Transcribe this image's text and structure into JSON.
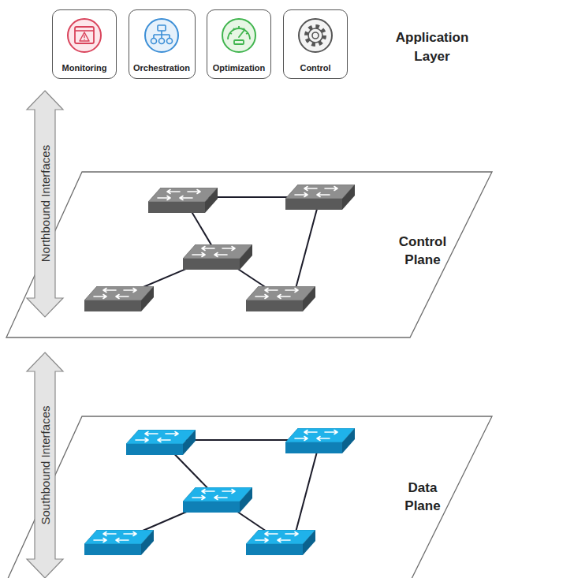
{
  "diagram": {
    "nodes": [
      {
        "text": [
          "Monitoring"
        ]
      },
      {
        "text": [
          "Orchestration"
        ]
      },
      {
        "text": [
          "Optimization"
        ]
      },
      {
        "text": [
          "Control"
        ]
      },
      {
        "text": [
          "Control Plane"
        ]
      },
      {
        "text": [
          "Data Plane"
        ]
      }
    ],
    "labels": [
      "Application Layer",
      "Northbound Interfaces",
      "Southbound Interfaces"
    ]
  }
}
